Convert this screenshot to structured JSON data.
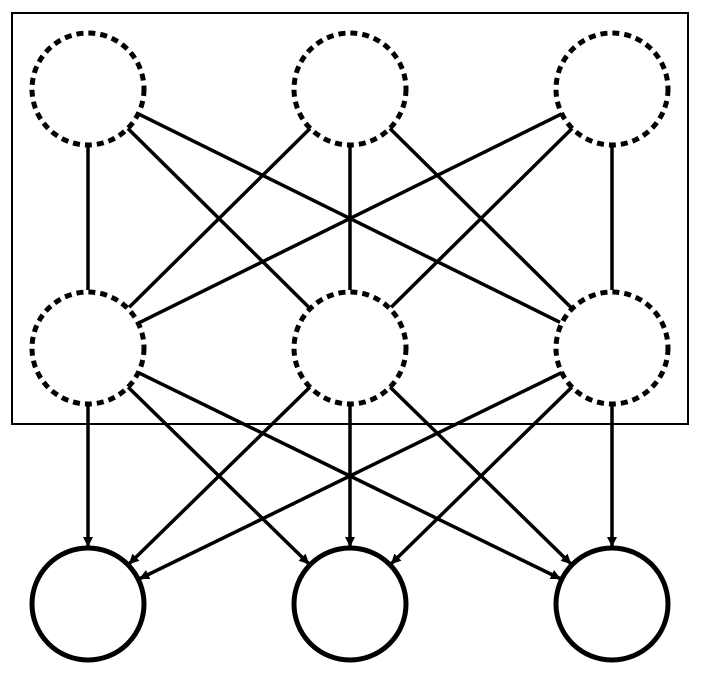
{
  "diagram": {
    "colors": {
      "stroke": "#000000",
      "background": "#ffffff"
    },
    "node_styles": {
      "latent": "dashed",
      "observed": "solid"
    },
    "rows": [
      {
        "id": "top",
        "style": "dashed",
        "count": 3
      },
      {
        "id": "middle",
        "style": "dashed",
        "count": 3
      },
      {
        "id": "bottom",
        "style": "solid",
        "count": 3
      }
    ],
    "plate": {
      "contains_rows": [
        "top",
        "middle"
      ]
    },
    "edges": [
      {
        "from": "top-0",
        "to": "middle-0",
        "directed": false
      },
      {
        "from": "top-0",
        "to": "middle-1",
        "directed": false
      },
      {
        "from": "top-0",
        "to": "middle-2",
        "directed": false
      },
      {
        "from": "top-1",
        "to": "middle-0",
        "directed": false
      },
      {
        "from": "top-1",
        "to": "middle-1",
        "directed": false
      },
      {
        "from": "top-1",
        "to": "middle-2",
        "directed": false
      },
      {
        "from": "top-2",
        "to": "middle-0",
        "directed": false
      },
      {
        "from": "top-2",
        "to": "middle-1",
        "directed": false
      },
      {
        "from": "top-2",
        "to": "middle-2",
        "directed": false
      },
      {
        "from": "middle-0",
        "to": "bottom-0",
        "directed": true
      },
      {
        "from": "middle-0",
        "to": "bottom-1",
        "directed": true
      },
      {
        "from": "middle-0",
        "to": "bottom-2",
        "directed": true
      },
      {
        "from": "middle-1",
        "to": "bottom-0",
        "directed": true
      },
      {
        "from": "middle-1",
        "to": "bottom-1",
        "directed": true
      },
      {
        "from": "middle-1",
        "to": "bottom-2",
        "directed": true
      },
      {
        "from": "middle-2",
        "to": "bottom-0",
        "directed": true
      },
      {
        "from": "middle-2",
        "to": "bottom-1",
        "directed": true
      },
      {
        "from": "middle-2",
        "to": "bottom-2",
        "directed": true
      }
    ]
  }
}
